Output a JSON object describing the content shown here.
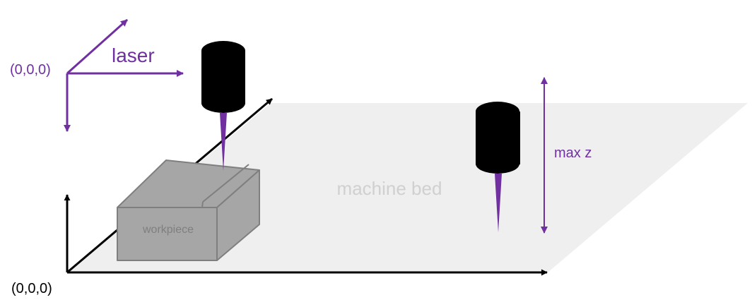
{
  "diagram": {
    "laser_origin_label": "(0,0,0)",
    "laser_axis_label": "laser",
    "machine_origin_label": "(0,0,0)",
    "bed_label": "machine bed",
    "workpiece_label": "workpiece",
    "max_z_label": "max z"
  },
  "colors": {
    "purple": "#7030a0",
    "bed": "#efefef",
    "workpiece": "#a6a6a6",
    "workpiece_edge": "#7f7f7f",
    "laser_head": "#000000",
    "axis": "#000000"
  }
}
